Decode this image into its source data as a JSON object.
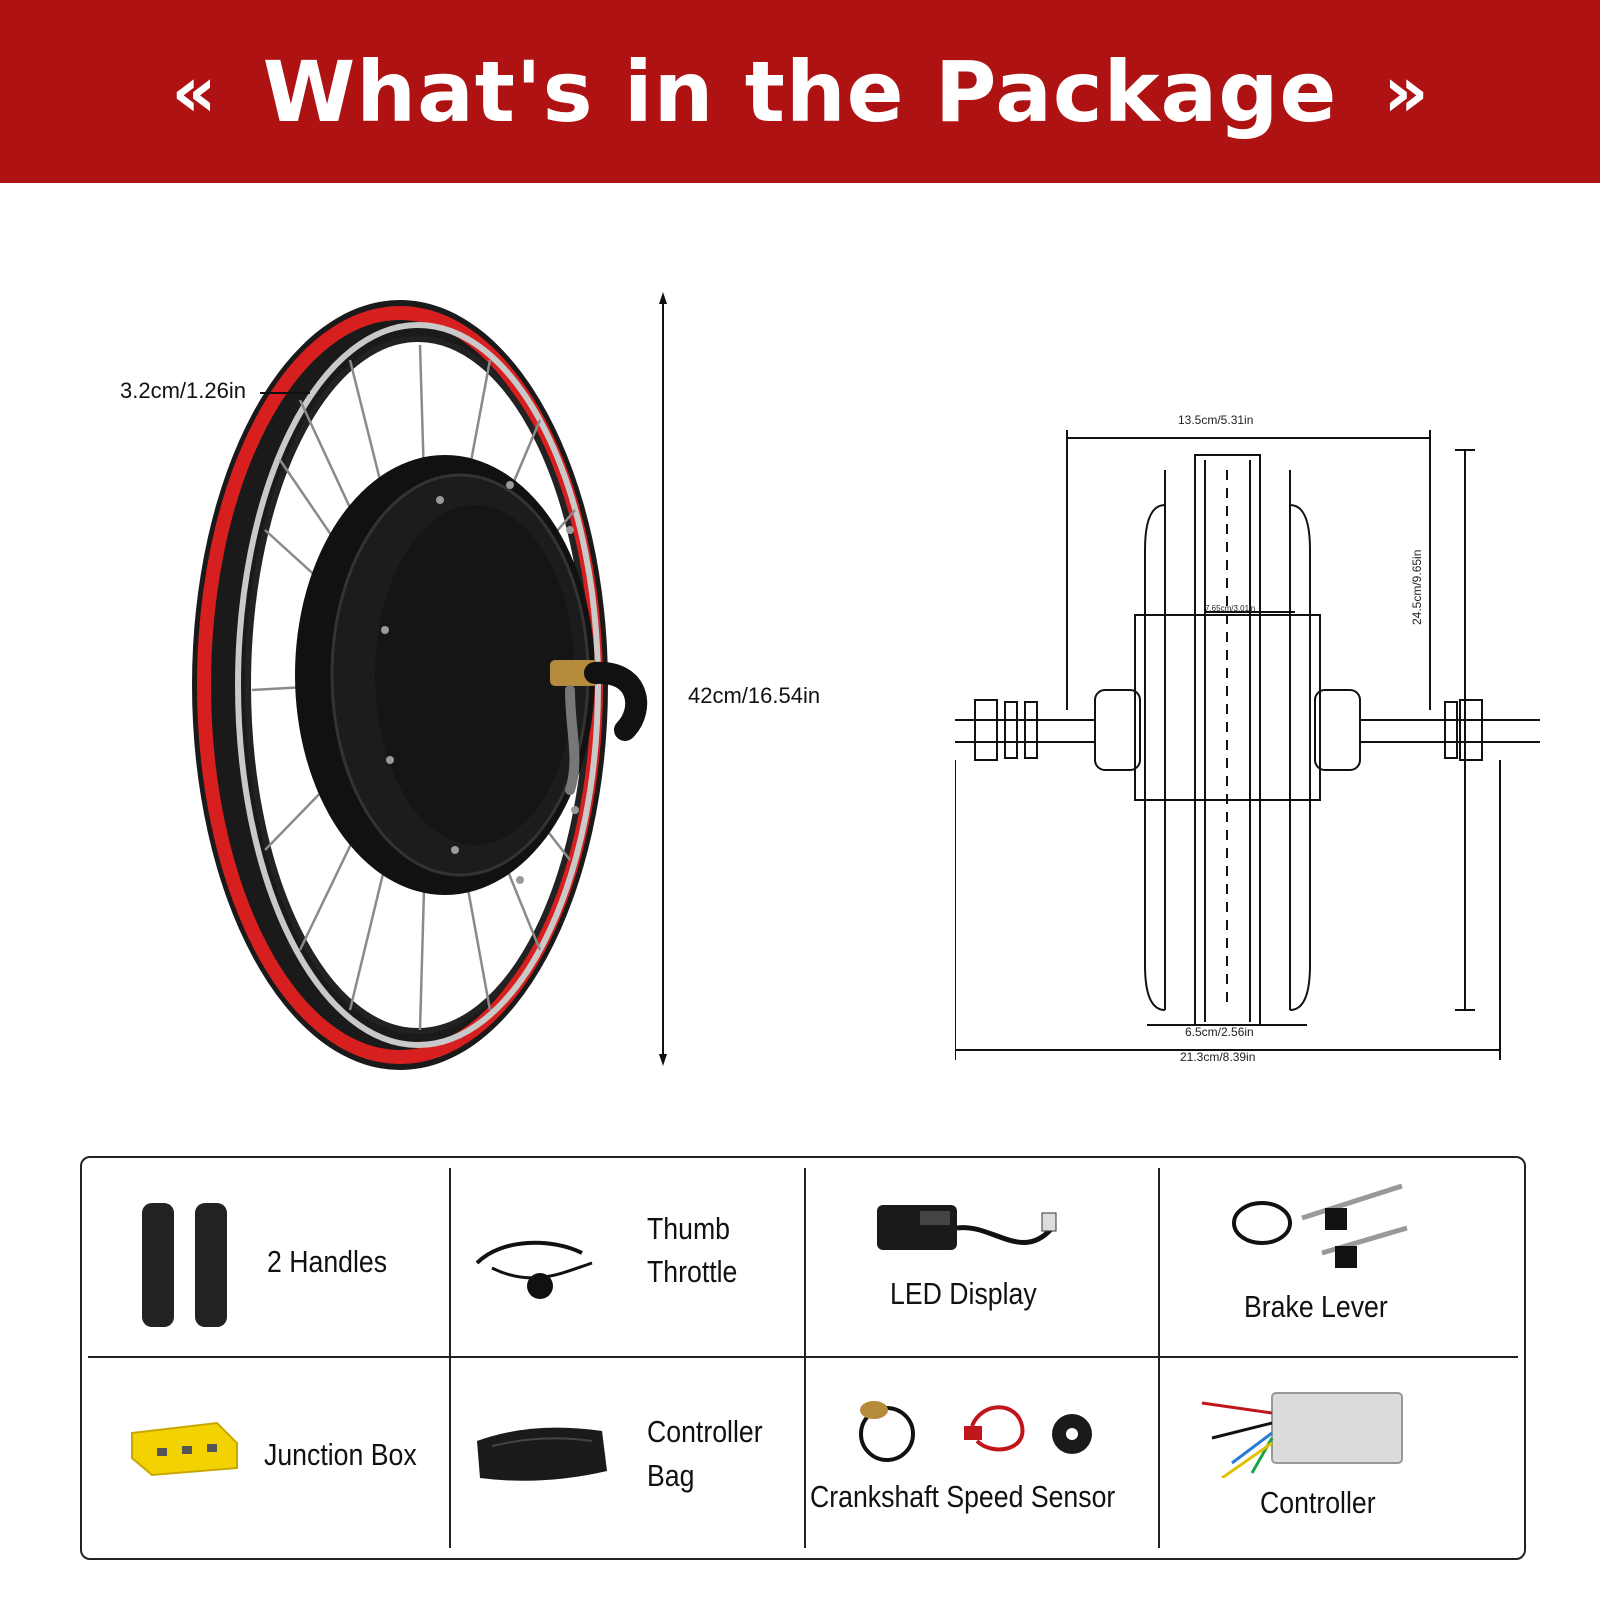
{
  "banner": {
    "title": "What's in the Package",
    "left_glyph": "«",
    "right_glyph": "»",
    "color": "#ae1213"
  },
  "wheel": {
    "rim_width": "3.2cm/1.26in",
    "wheel_height": "42cm/16.54in",
    "rim_accent_color": "#d81f1f"
  },
  "motor_diagram": {
    "top_width": "13.5cm/5.31in",
    "inner_width": "7.65cm/3.01in",
    "height": "24.5cm/9.65in",
    "bottom_inner": "6.5cm/2.56in",
    "total_axle": "21.3cm/8.39in"
  },
  "package_items": [
    {
      "label": "2 Handles",
      "icon": "handle-grips-icon"
    },
    {
      "label_line1": "Thumb",
      "label_line2": "Throttle",
      "icon": "thumb-throttle-icon"
    },
    {
      "label": "LED Display",
      "icon": "led-display-icon"
    },
    {
      "label": "Brake Lever",
      "icon": "brake-lever-icon"
    },
    {
      "label": "Junction Box",
      "icon": "junction-box-icon"
    },
    {
      "label_line1": "Controller",
      "label_line2": "Bag",
      "icon": "controller-bag-icon"
    },
    {
      "label": "Crankshaft Speed Sensor",
      "icon": "speed-sensor-icon"
    },
    {
      "label": "Controller",
      "icon": "controller-icon"
    }
  ]
}
